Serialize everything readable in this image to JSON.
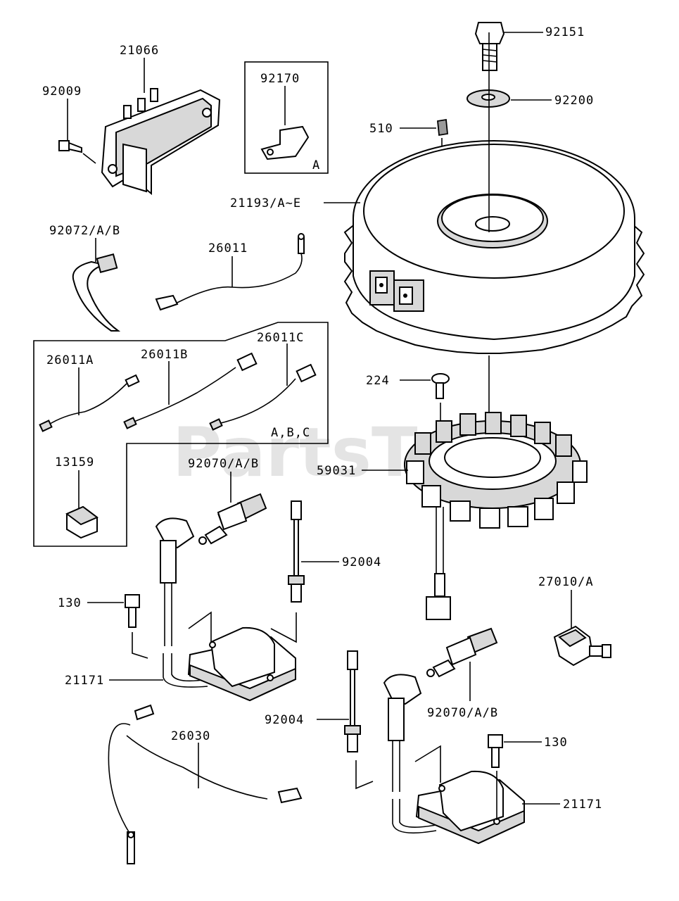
{
  "watermark": "PartsTree",
  "part_labels": {
    "p21066": "21066",
    "p92009": "92009",
    "p92170": "92170",
    "p92170_box": "A",
    "p92151": "92151",
    "p92200": "92200",
    "p510": "510",
    "p21193": "21193/A~E",
    "p92072": "92072/A/B",
    "p26011": "26011",
    "p26011A": "26011A",
    "p26011B": "26011B",
    "p26011C": "26011C",
    "p_abc": "A,B,C",
    "p13159": "13159",
    "p224": "224",
    "p59031": "59031",
    "p92070_top": "92070/A/B",
    "p92004_top": "92004",
    "p27010": "27010/A",
    "p130_left": "130",
    "p21171_left": "21171",
    "p92004_bottom": "92004",
    "p92070_bottom": "92070/A/B",
    "p26030": "26030",
    "p130_right": "130",
    "p21171_right": "21171"
  }
}
